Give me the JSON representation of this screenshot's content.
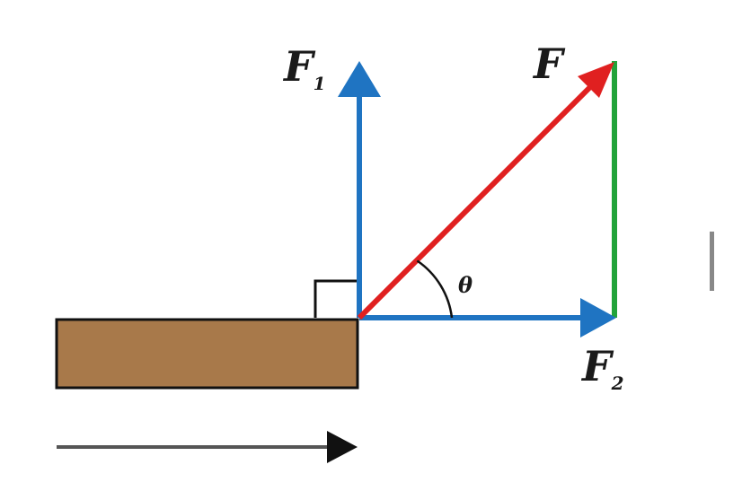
{
  "labels": {
    "F": "F",
    "F1_main": "F",
    "F1_sub": "1",
    "F2_main": "F",
    "F2_sub": "2",
    "angle": "θ"
  },
  "colors": {
    "vertical_component": "#1f74c2",
    "horizontal_component": "#1f74c2",
    "resultant": "#e02020",
    "closing_side": "#22a33a",
    "block_fill": "#a8794a",
    "block_stroke": "#111111",
    "motion_arrow": "#111111",
    "text_cursor": "#888888"
  },
  "icons": {
    "right_angle": "right-angle-marker",
    "angle_arc": "angle-arc",
    "motion_arrow": "arrow-right-icon"
  }
}
